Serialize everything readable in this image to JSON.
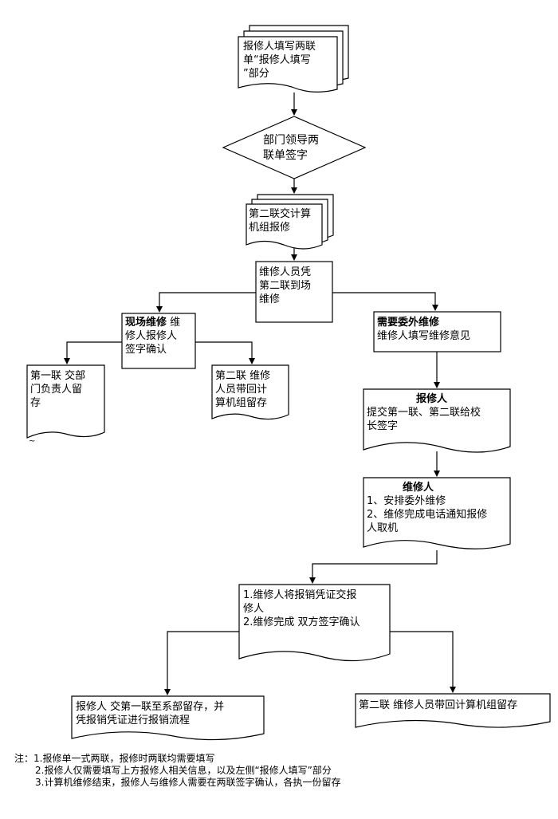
{
  "nodes": {
    "fill_form": [
      "报修人填写两联",
      "单“报修人填写",
      "”部分"
    ],
    "dept_sign": [
      "部门领导两",
      "联单签字"
    ],
    "copy2_to_it": [
      "第二联交计算",
      "机组报修"
    ],
    "staff_onsite": [
      "维修人员凭",
      "第二联到场",
      "维修"
    ],
    "onsite_title": "现场维修",
    "onsite_rest": "维修人报修人签字确认",
    "onsite_lines": [
      "维",
      "修人报修人",
      "签字确认"
    ],
    "copy1_dept": [
      "第一联 交部",
      "门负责人留",
      "存"
    ],
    "copy2_it": [
      "第二联 维修",
      "人员带回计",
      "算机组留存"
    ],
    "outsource_title": "需要委外维修",
    "outsource_body": "维修人填写维修意见",
    "reporter_title": "报修人",
    "reporter_body": [
      "提交第一联、第二联给校",
      "长签字"
    ],
    "repairer_title": "维修人",
    "repairer_body": [
      "1、安排委外维修",
      "2、维修完成电话通知报修",
      "人取机"
    ],
    "voucher": [
      "1.维修人将报销凭证交报",
      "修人",
      "2.维修完成 双方签字确认"
    ],
    "final_reporter": [
      "报修人 交第一联至系部留存，并",
      "凭报销凭证进行报销流程"
    ],
    "final_copy2": "第二联 维修人员带回计算机组留存"
  },
  "notes": {
    "prefix": "注：",
    "items": [
      "1.报修单一式两联，报修时两联均需要填写",
      "2.报修人仅需要填写上方报修人相关信息，以及左侧“报修人填写”部分",
      "3.计算机维修结束，报修人与维修人需要在两联签字确认，各执一份留存"
    ]
  }
}
